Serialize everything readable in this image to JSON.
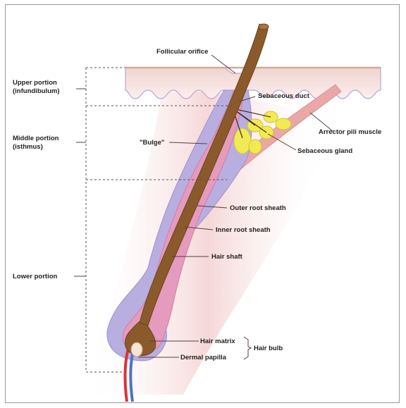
{
  "colors": {
    "skin_surface": "#e9c7c8",
    "dermis_glow": "#f6d9d9",
    "outer_root_sheath": "#b9aee0",
    "inner_root_sheath": "#e59bbd",
    "hair_shaft": "#8a5a2b",
    "sebaceous_gland": "#f2ea52",
    "arrector_muscle": "#e8a3a3",
    "blood_red": "#d9333a",
    "blood_blue": "#4a74c9"
  },
  "regions": {
    "upper_line1": "Upper portion",
    "upper_line2": "(infundibulum)",
    "middle_line1": "Middle portion",
    "middle_line2": "(isthmus)",
    "lower": "Lower portion"
  },
  "labels": {
    "follicular_orifice": "Follicular orifice",
    "sebaceous_duct": "Sebaceous duct",
    "arrector_pili_muscle": "Arrector pili muscle",
    "sebaceous_gland": "Sebaceous gland",
    "bulge": "\"Bulge\"",
    "outer_root_sheath": "Outer root sheath",
    "inner_root_sheath": "Inner root sheath",
    "hair_shaft": "Hair shaft",
    "hair_matrix": "Hair matrix",
    "dermal_papilla": "Dermal papilla",
    "hair_bulb": "Hair bulb"
  }
}
